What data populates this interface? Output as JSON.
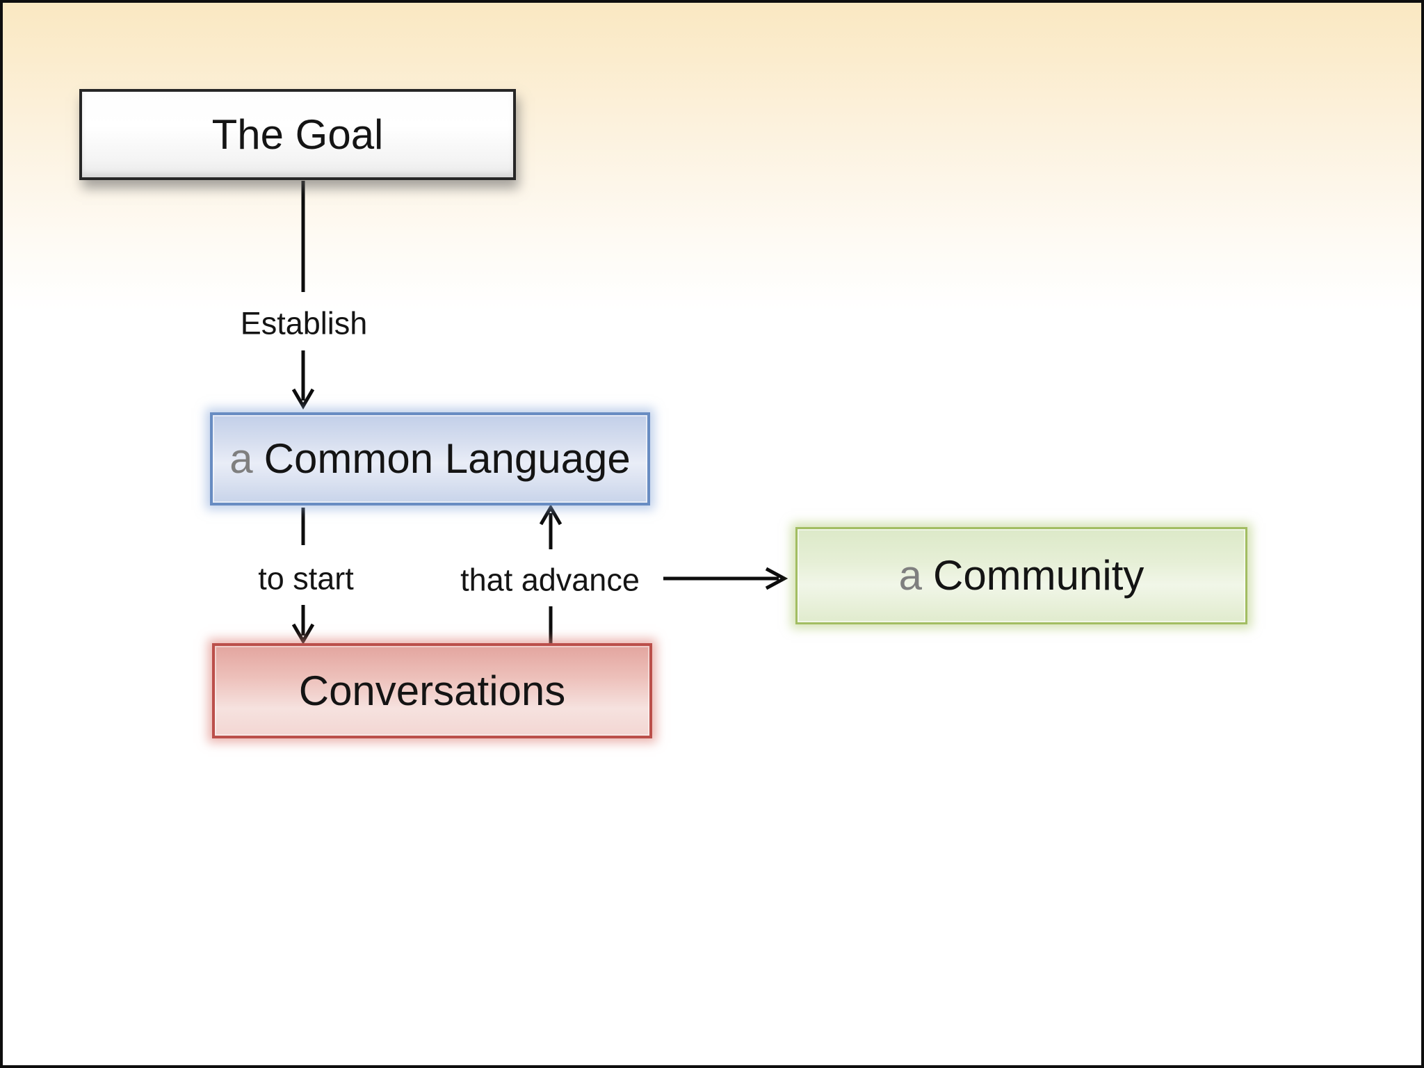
{
  "slide": {
    "kind": "concept-diagram",
    "nodes": {
      "goal": {
        "label": "The Goal",
        "fill": "#ffffff",
        "border_color": "#262626"
      },
      "common_language": {
        "prefix": "a",
        "label": "Common Language",
        "fill": "#d6deef",
        "border_color": "#688cc2"
      },
      "conversations": {
        "label": "Conversations",
        "fill": "#edc0ba",
        "border_color": "#bb4f4a"
      },
      "community": {
        "prefix": "a",
        "label": "Community",
        "fill": "#e6efd6",
        "border_color": "#a2bd62"
      }
    },
    "edges": {
      "establish": {
        "label": "Establish",
        "from": "goal",
        "to": "common_language"
      },
      "to_start": {
        "label": "to start",
        "from": "common_language",
        "to": "conversations"
      },
      "that_advance": {
        "label": "that advance",
        "from": "conversations",
        "to": "common_language"
      },
      "advance_community": {
        "label": "",
        "from": "that_advance_label",
        "to": "community"
      }
    },
    "colors": {
      "background_top": "#fae8c2",
      "background_bottom": "#ffffff",
      "connector": "#0d0d0d",
      "prefix_text": "#7f7f7f",
      "body_text": "#141414",
      "frame_border": "#0e0e0e"
    }
  }
}
